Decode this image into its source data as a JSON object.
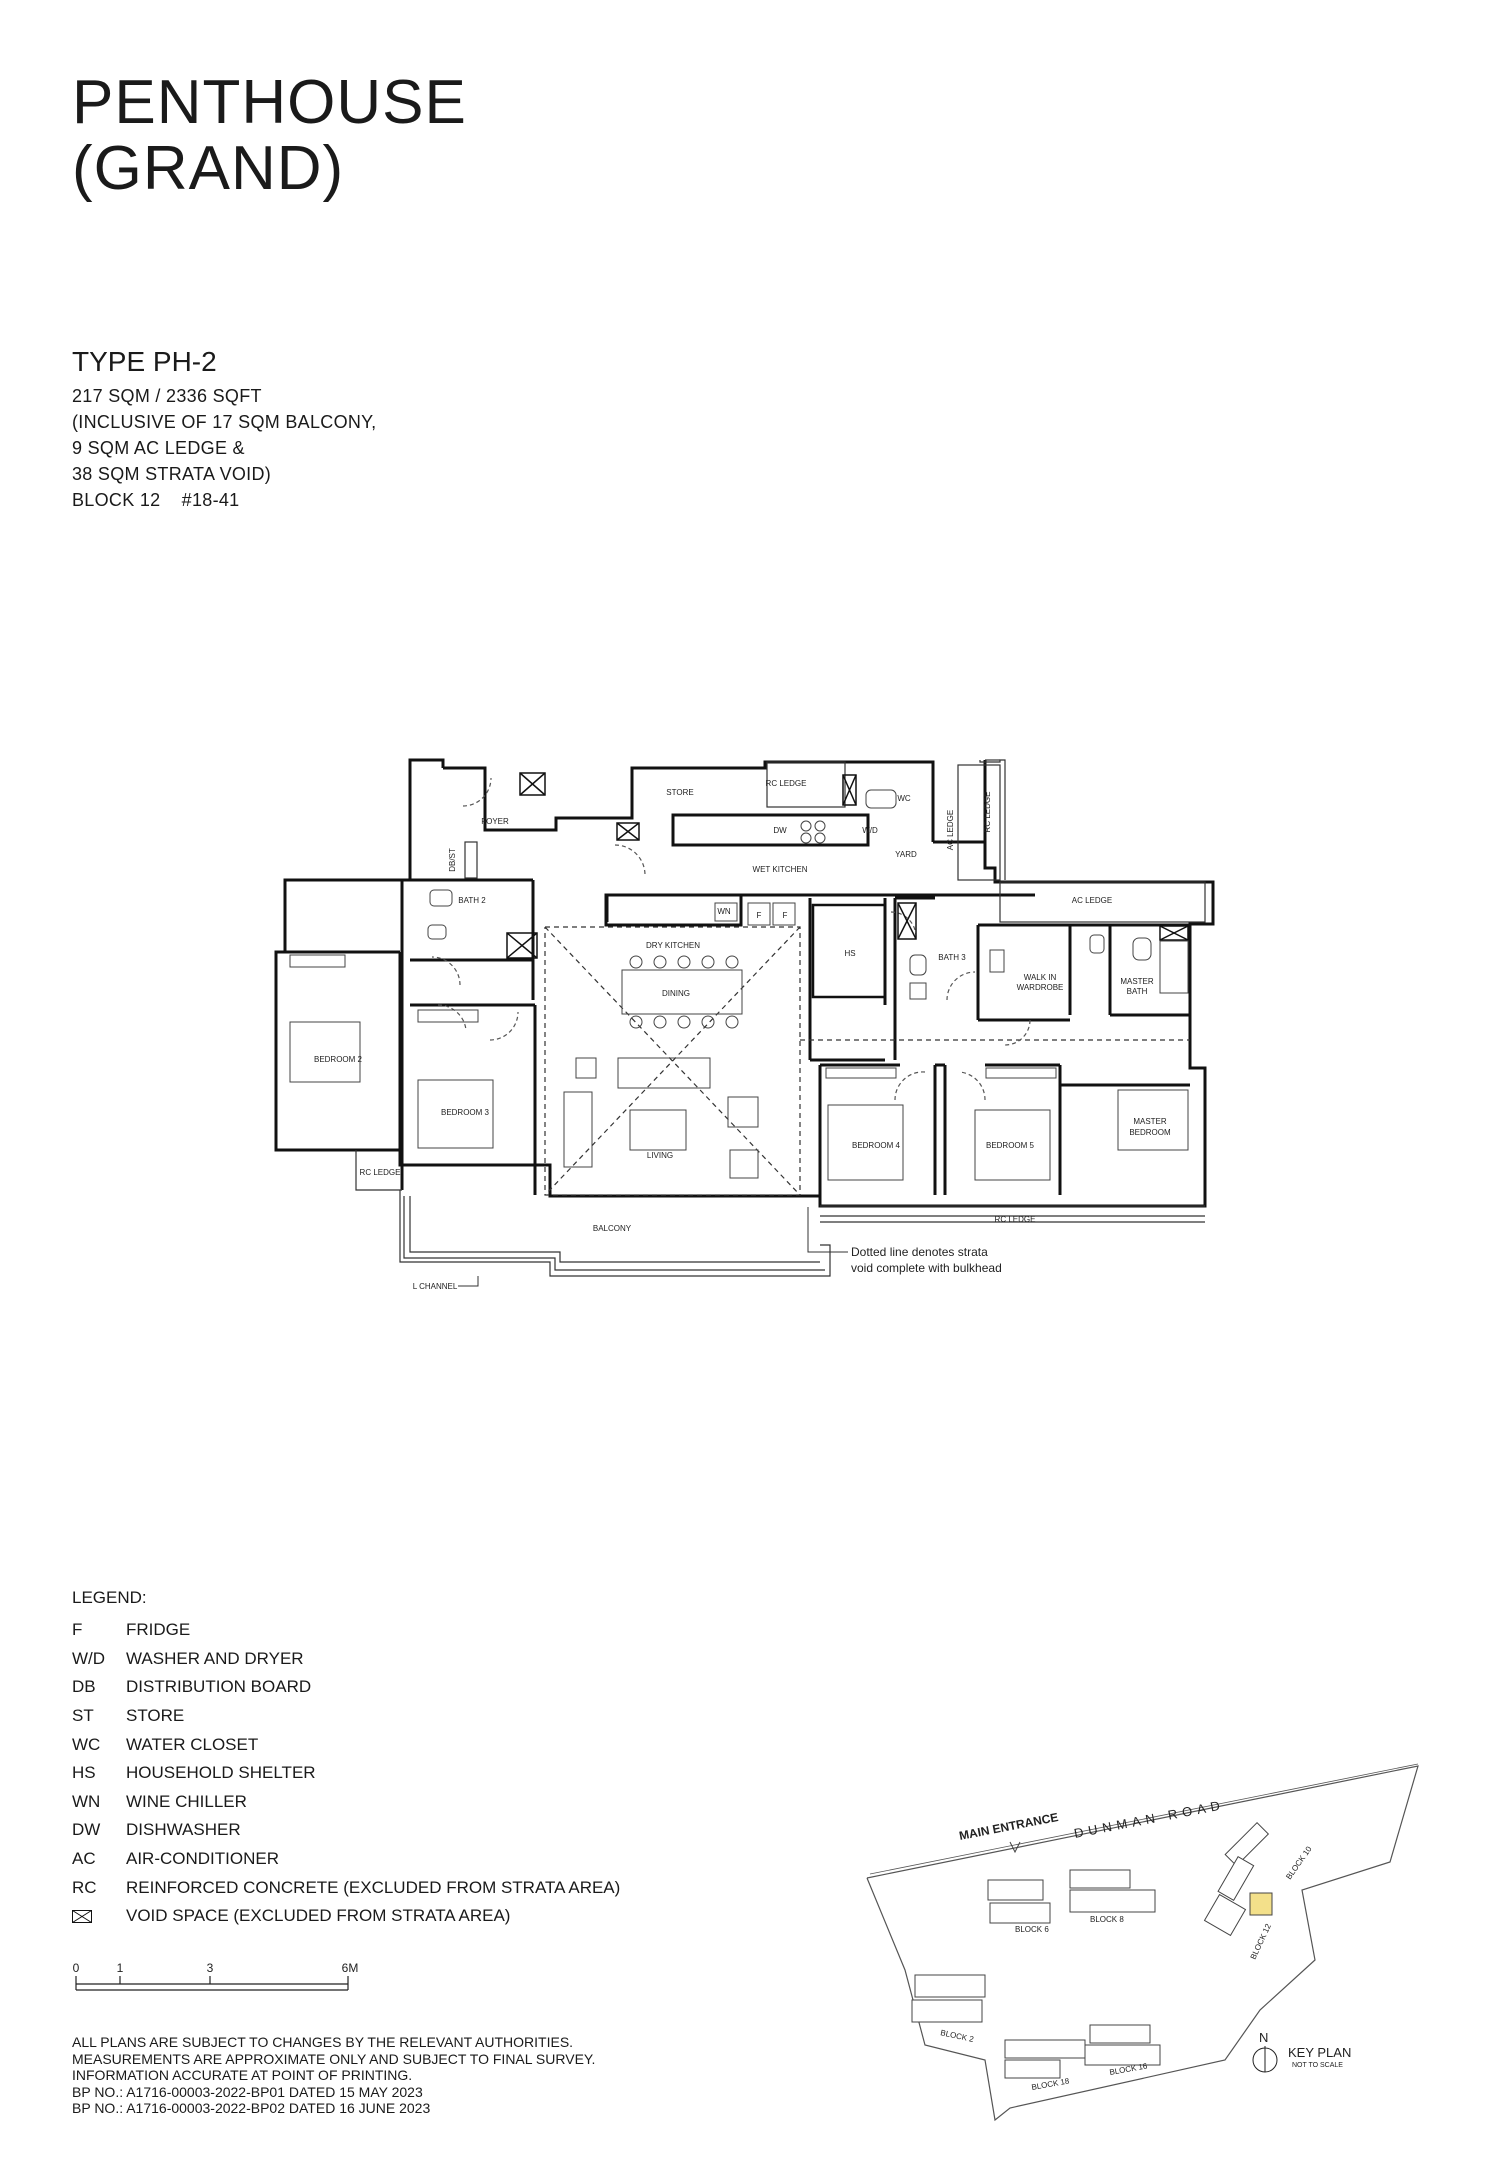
{
  "title": {
    "line1": "PENTHOUSE",
    "line2": "(GRAND)"
  },
  "unit": {
    "type": "TYPE PH-2",
    "area": "217 SQM / 2336 SQFT",
    "inclusive_line1": "(INCLUSIVE OF 17 SQM BALCONY,",
    "inclusive_line2": "9 SQM AC LEDGE &",
    "inclusive_line3": "38 SQM STRATA VOID)",
    "block": "BLOCK 12    #18-41"
  },
  "plan_labels": {
    "foyer": "FOYER",
    "dbst": "DB/ST",
    "store": "STORE",
    "rc_ledge_top": "RC LEDGE",
    "wc": "WC",
    "dw": "DW",
    "wd": "W/D",
    "yard": "YARD",
    "ac_ledge_vertical": "AC LEDGE",
    "rc_ledge_vertical": "RC LEDGE",
    "wet_kitchen": "WET KITCHEN",
    "bath2": "BATH 2",
    "wn": "WN",
    "f1": "F",
    "f2": "F",
    "dry_kitchen": "DRY KITCHEN",
    "hs": "HS",
    "bath3": "BATH 3",
    "ac_ledge": "AC LEDGE",
    "walk_in_line1": "WALK IN",
    "walk_in_line2": "WARDROBE",
    "master_bath_line1": "MASTER",
    "master_bath_line2": "BATH",
    "dining": "DINING",
    "bedroom2": "BEDROOM 2",
    "bedroom3": "BEDROOM 3",
    "living": "LIVING",
    "bedroom4": "BEDROOM 4",
    "bedroom5": "BEDROOM 5",
    "master_bedroom_line1": "MASTER",
    "master_bedroom_line2": "BEDROOM",
    "rc_ledge_left": "RC LEDGE",
    "balcony": "BALCONY",
    "rc_ledge_bottom": "RC LEDGE",
    "l_channel": "L CHANNEL",
    "note_line1": "Dotted line denotes strata",
    "note_line2": "void complete with bulkhead"
  },
  "legend": {
    "title": "LEGEND:",
    "items": [
      {
        "abbr": "F",
        "text": "FRIDGE"
      },
      {
        "abbr": "W/D",
        "text": "WASHER AND DRYER"
      },
      {
        "abbr": "DB",
        "text": "DISTRIBUTION BOARD"
      },
      {
        "abbr": "ST",
        "text": "STORE"
      },
      {
        "abbr": "WC",
        "text": "WATER CLOSET"
      },
      {
        "abbr": "HS",
        "text": "HOUSEHOLD SHELTER"
      },
      {
        "abbr": "WN",
        "text": "WINE CHILLER"
      },
      {
        "abbr": "DW",
        "text": "DISHWASHER"
      },
      {
        "abbr": "AC",
        "text": "AIR-CONDITIONER"
      },
      {
        "abbr": "RC",
        "text": "REINFORCED CONCRETE (EXCLUDED FROM STRATA AREA)"
      }
    ],
    "void_text": "VOID SPACE (EXCLUDED FROM STRATA AREA)"
  },
  "scale": {
    "t0": "0",
    "t1": "1",
    "t3": "3",
    "t6": "6M"
  },
  "notes": [
    "ALL PLANS ARE SUBJECT TO CHANGES BY THE RELEVANT AUTHORITIES.",
    "MEASUREMENTS ARE APPROXIMATE ONLY AND SUBJECT TO FINAL SURVEY.",
    "INFORMATION ACCURATE AT POINT OF PRINTING.",
    "BP NO.: A1716-00003-2022-BP01 DATED 15 MAY 2023",
    "BP NO.: A1716-00003-2022-BP02 DATED 16 JUNE 2023"
  ],
  "keyplan": {
    "road": "DUNMAN ROAD",
    "main_entrance": "MAIN ENTRANCE",
    "block6": "BLOCK 6",
    "block8": "BLOCK 8",
    "block2": "BLOCK 2",
    "block18": "BLOCK 18",
    "block16": "BLOCK 16",
    "block12": "BLOCK 12",
    "block10": "BLOCK 10",
    "north": "N",
    "title": "KEY PLAN",
    "subtitle": "NOT TO SCALE",
    "highlight_color": "#f3e08a"
  }
}
